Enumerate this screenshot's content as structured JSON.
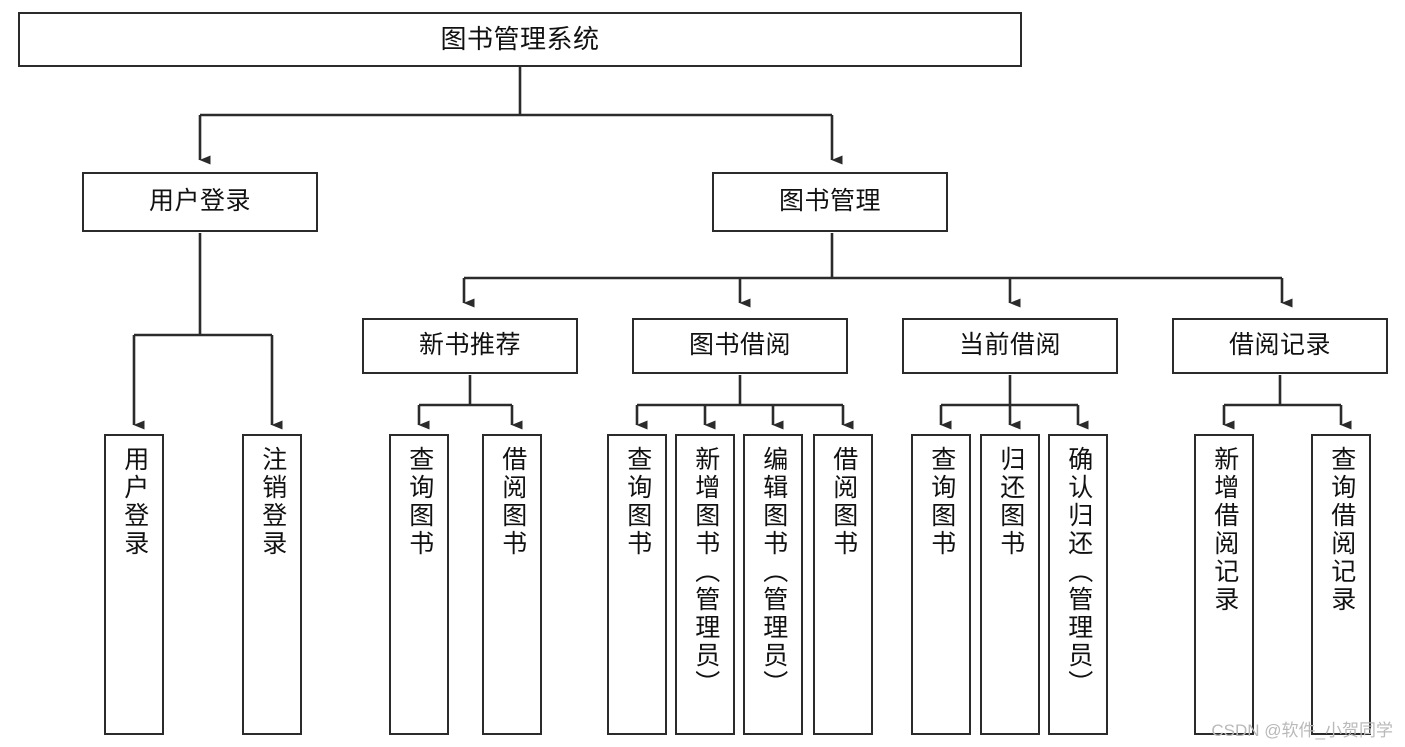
{
  "diagram": {
    "type": "hierarchy-tree",
    "title": "图书管理系统",
    "watermark": "CSDN @软件_小贺同学",
    "colors": {
      "stroke": "#2b2b2b",
      "fill": "#ffffff",
      "text": "#111111",
      "watermark": "#b9b9b9"
    },
    "nodes": {
      "root": {
        "label": "图书管理系统"
      },
      "level1": [
        {
          "label": "用户登录"
        },
        {
          "label": "图书管理"
        }
      ],
      "level2": [
        {
          "label": "新书推荐"
        },
        {
          "label": "图书借阅"
        },
        {
          "label": "当前借阅"
        },
        {
          "label": "借阅记录"
        }
      ],
      "leaves": {
        "user_login": [
          {
            "label": "用户登录"
          },
          {
            "label": "注销登录"
          }
        ],
        "new_book": [
          {
            "label": "查询图书"
          },
          {
            "label": "借阅图书"
          }
        ],
        "book_borrow": [
          {
            "label": "查询图书"
          },
          {
            "label": "新增图书（管理员）"
          },
          {
            "label": "编辑图书（管理员）"
          },
          {
            "label": "借阅图书"
          }
        ],
        "current_borrow": [
          {
            "label": "查询图书"
          },
          {
            "label": "归还图书"
          },
          {
            "label": "确认归还（管理员）"
          }
        ],
        "borrow_record": [
          {
            "label": "新增借阅记录"
          },
          {
            "label": "查询借阅记录"
          }
        ]
      }
    }
  }
}
